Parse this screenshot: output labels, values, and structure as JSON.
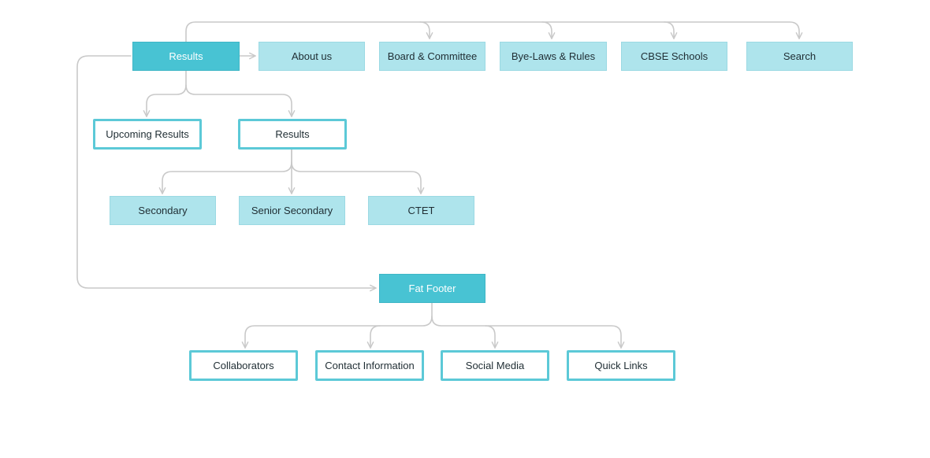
{
  "colors": {
    "primary_node": "#48c3d3",
    "secondary_node": "#aee4ec",
    "outline_border": "#5cc9d7",
    "connector": "#c9c9c9"
  },
  "top_nav": {
    "results": "Results",
    "about": "About us",
    "board": "Board & Committee",
    "byelaws": "Bye-Laws & Rules",
    "schools": "CBSE Schools",
    "search": "Search"
  },
  "results_children": {
    "upcoming": "Upcoming Results",
    "results": "Results"
  },
  "results_sub": {
    "secondary": "Secondary",
    "senior_secondary": "Senior Secondary",
    "ctet": "CTET"
  },
  "footer": {
    "title": "Fat Footer",
    "collaborators": "Collaborators",
    "contact": "Contact Information",
    "social": "Social Media",
    "quick_links": "Quick Links"
  }
}
